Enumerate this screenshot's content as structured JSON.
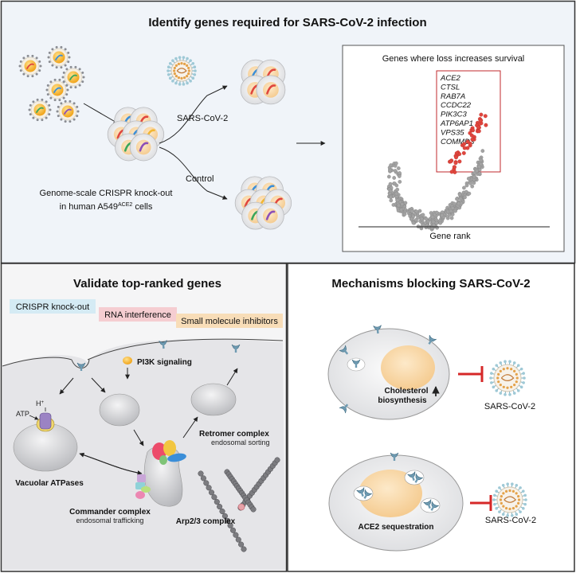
{
  "top": {
    "title": "Identify genes required for SARS-CoV-2 infection",
    "screen_caption_1": "Genome-scale CRISPR knock-out",
    "screen_caption_2_pre": "in human A549",
    "screen_caption_2_sup": "ACE2",
    "screen_caption_2_post": " cells",
    "branch_virus": "SARS-CoV-2",
    "branch_control": "Control",
    "plot_title": "Genes where loss increases survival",
    "plot_xlabel": "Gene rank",
    "hit_genes": [
      "ACE2",
      "CTSL",
      "RAB7A",
      "CCDC22",
      "PIK3C3",
      "ATP6AP1",
      "VPS35",
      "COMMD3"
    ]
  },
  "bottom_left": {
    "title": "Validate top-ranked genes",
    "legend": [
      "CRISPR knock-out",
      "RNA interference",
      "Small molecule inhibitors"
    ],
    "pi3k": "PI3K signaling",
    "atp": "ATP",
    "proton": "H",
    "proton_sup": "+",
    "vatpase": "Vacuolar ATPases",
    "retromer_title": "Retromer complex",
    "retromer_sub": "endosomal sorting",
    "commander_title": "Commander complex",
    "commander_sub": "endosomal trafficking",
    "arp": "Arp2/3 complex"
  },
  "bottom_right": {
    "title": "Mechanisms blocking SARS-CoV-2",
    "cholesterol_1": "Cholesterol",
    "cholesterol_2": "biosynthesis",
    "virus_label_1": "SARS-CoV-2",
    "ace2_seq": "ACE2 sequestration",
    "virus_label_2": "SARS-CoV-2"
  },
  "colors": {
    "panel_border": "#333333",
    "top_bg": "#f0f4f9",
    "bl_bg": "#f5f5f6",
    "br_bg": "#ffffff",
    "hit_box": "#c0282d",
    "hit_dot": "#e0463e",
    "gray_dot": "#999999",
    "crispr_bg": "#d5ebf4",
    "rnai_bg": "#f5cdd1",
    "smi_bg": "#f8ddb8",
    "inhibit": "#d62828"
  }
}
